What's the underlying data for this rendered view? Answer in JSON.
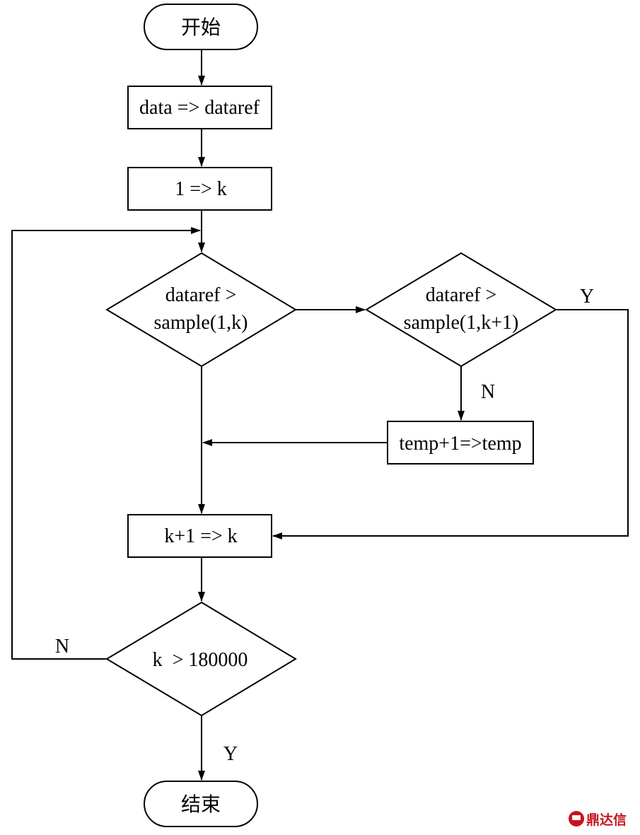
{
  "flowchart": {
    "start_label": "开始",
    "step_copy": "data => dataref",
    "step_init": "1 => k",
    "decision1_line1": "dataref >",
    "decision1_line2": "sample(1,k)",
    "decision2_line1": "dataref >",
    "decision2_line2": "sample(1,k+1)",
    "decision2_yes": "Y",
    "decision2_no": "N",
    "step_temp": "temp+1=>temp",
    "step_increment": "k+1 => k",
    "decision3_label": "k  > 180000",
    "decision3_no": "N",
    "decision3_yes": "Y",
    "end_label": "结束"
  },
  "watermark": {
    "text": "鼎达信",
    "color": "#c8141e"
  }
}
